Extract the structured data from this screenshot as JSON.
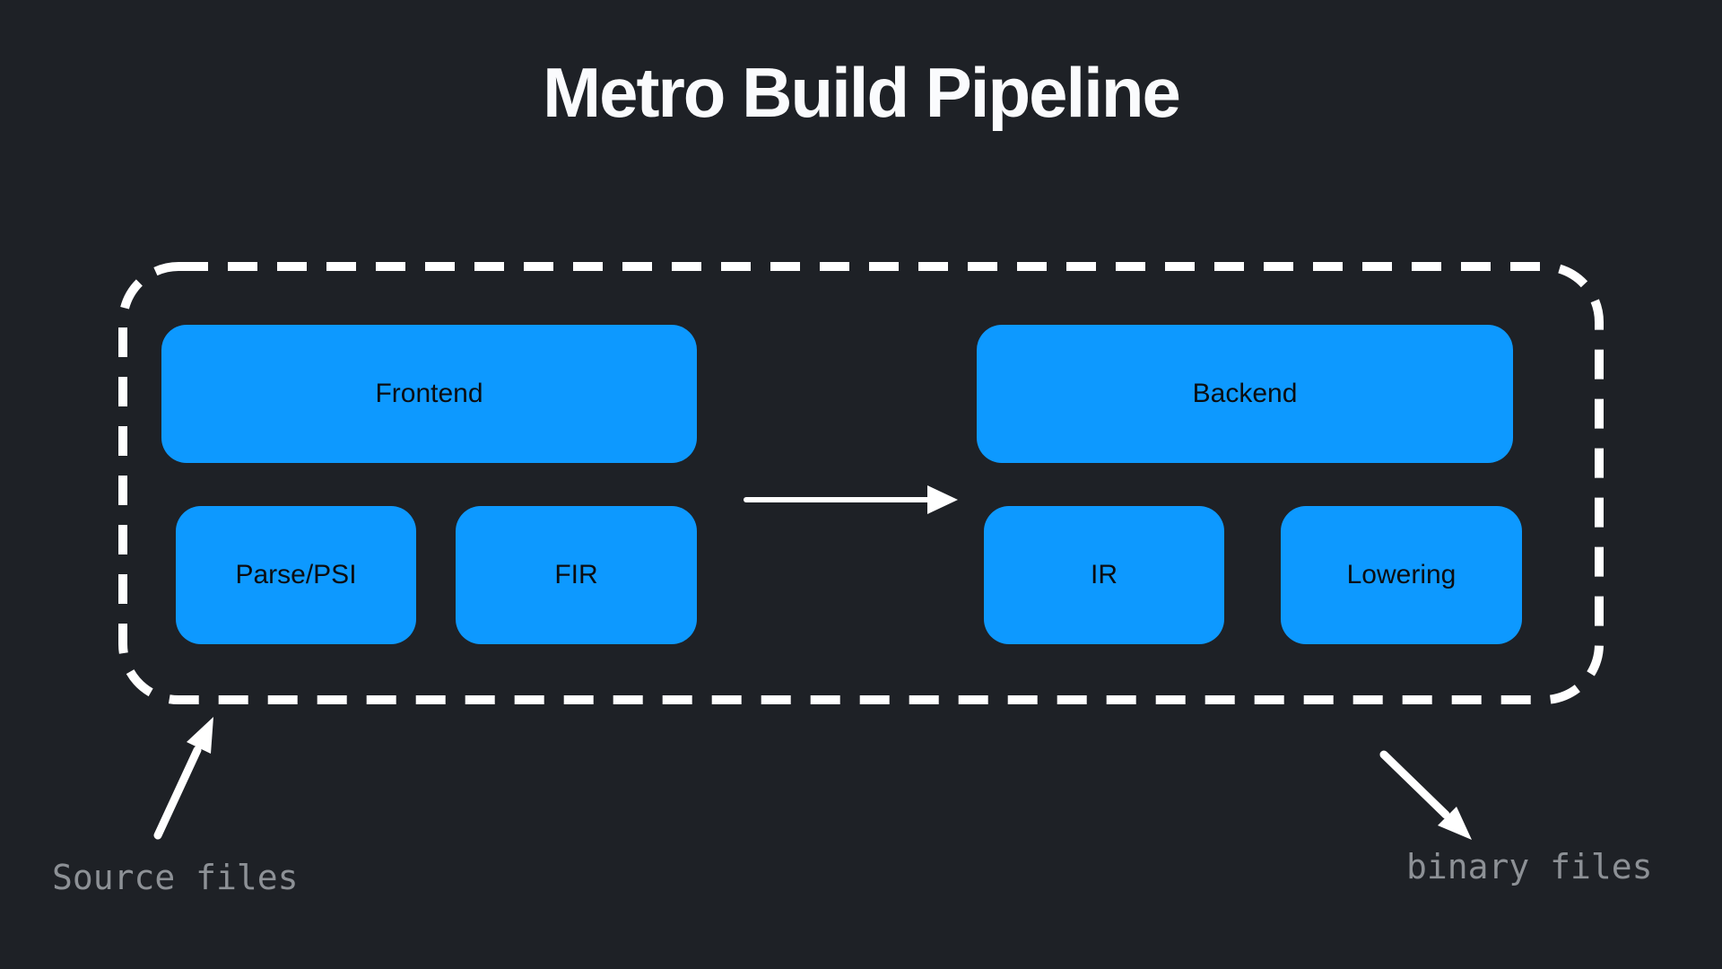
{
  "title": "Metro Build Pipeline",
  "colors": {
    "background": "#1E2126",
    "accent": "#0D99FF",
    "node-text": "#0B0D10",
    "stroke": "#FFFFFF",
    "muted-text": "#8D9196"
  },
  "diagram": {
    "nodes": [
      {
        "id": "frontend",
        "label": "Frontend"
      },
      {
        "id": "parse-psi",
        "label": "Parse/PSI"
      },
      {
        "id": "fir",
        "label": "FIR"
      },
      {
        "id": "backend",
        "label": "Backend"
      },
      {
        "id": "ir",
        "label": "IR"
      },
      {
        "id": "lowering",
        "label": "Lowering"
      }
    ],
    "flow": {
      "from": "Frontend",
      "to": "Backend"
    },
    "annotations": [
      {
        "id": "source-files",
        "label": "Source files"
      },
      {
        "id": "binary-files",
        "label": "binary files"
      }
    ]
  }
}
